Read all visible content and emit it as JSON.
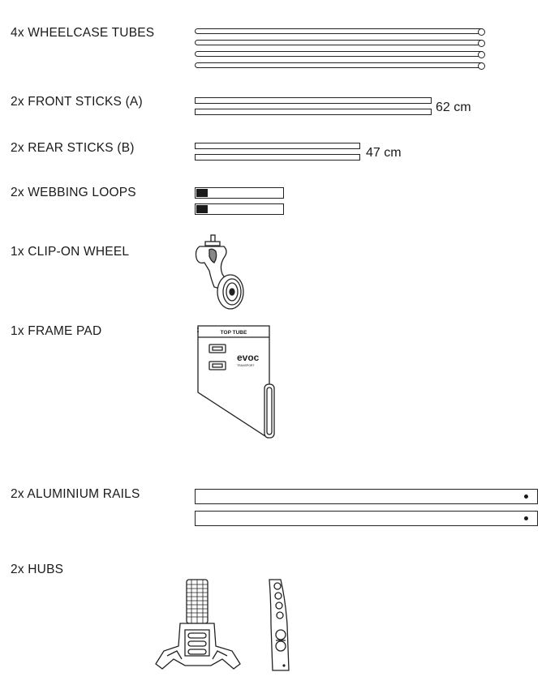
{
  "items": [
    {
      "label": "4x WHEELCASE TUBES"
    },
    {
      "label": "2x FRONT STICKS (A)",
      "dimension": "62 cm"
    },
    {
      "label": "2x REAR STICKS (B)",
      "dimension": "47 cm"
    },
    {
      "label": "2x WEBBING LOOPS"
    },
    {
      "label": "1x CLIP-ON WHEEL"
    },
    {
      "label": "1x FRAME PAD"
    },
    {
      "label": "2x ALUMINIUM RAILS"
    },
    {
      "label": "2x HUBS"
    }
  ],
  "frame_pad": {
    "header_text": "TOP TUBE",
    "logo_text": "evoc",
    "logo_subtext": "TRANSPORT"
  },
  "icons": [
    "tube-icon",
    "stick-icon",
    "webbing-loop-icon",
    "clip-on-wheel-icon",
    "frame-pad-icon",
    "aluminium-rail-icon",
    "hub-icon"
  ]
}
